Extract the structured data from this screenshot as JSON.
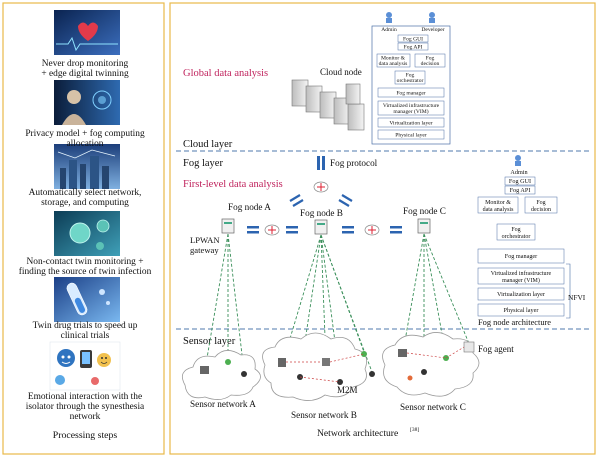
{
  "left_panel": {
    "steps": [
      {
        "label_lines": [
          "Never drop monitoring",
          "+ edge digital twinning"
        ],
        "image": "heart-monitor-image"
      },
      {
        "label_lines": [
          "Privacy model + fog computing",
          "allocation"
        ],
        "image": "person-hologram-image"
      },
      {
        "label_lines": [
          "Automatically select network,",
          "storage, and computing"
        ],
        "image": "city-network-image"
      },
      {
        "label_lines": [
          "Non-contact twin monitoring +",
          "finding the source of twin infection"
        ],
        "image": "virus-image"
      },
      {
        "label_lines": [
          "Twin drug trials to speed up",
          "clinical trials"
        ],
        "image": "test-tube-image"
      },
      {
        "label_lines": [
          "Emotional interaction with the",
          "isolator through the synesthesia",
          "network"
        ],
        "image": "emotion-avatar-image"
      }
    ],
    "caption": "Processing steps"
  },
  "right_panel": {
    "global_analysis": "Global data analysis",
    "cloud_node": "Cloud node",
    "cloud_layer": "Cloud layer",
    "fog_layer": "Fog layer",
    "fog_protocol": "Fog protocol",
    "first_level_analysis": "First-level data analysis",
    "fog_nodes": [
      "Fog node A",
      "Fog node B",
      "Fog node C"
    ],
    "lpwan_gateway": [
      "LPWAN",
      "gateway"
    ],
    "sensor_layer": "Sensor layer",
    "sensor_networks": [
      "Sensor network A",
      "Sensor network B",
      "Sensor network C"
    ],
    "m2m": "M2M",
    "fog_agent": "Fog agent",
    "nfvi": "NFVI",
    "fog_node_architecture": "Fog node architecture",
    "caption": "Network architecture",
    "caption_ref": "[38]",
    "cloud_arch": {
      "admin": "Admin",
      "developer": "Developer",
      "fog_gui": "Fog GUI",
      "fog_api": "Fog API",
      "monitor": [
        "Monitor &",
        "data analysis"
      ],
      "decision": [
        "Fog",
        "decision"
      ],
      "orchestrator": [
        "Fog",
        "orchestrator"
      ],
      "manager": "Fog manager",
      "vim": [
        "Virtualized infrastructure",
        "manager (VIM)"
      ],
      "virtualization": "Virtualization layer",
      "physical": "Physical layer"
    },
    "fog_arch": {
      "admin": "Admin",
      "fog_gui": "Fog GUI",
      "fog_api": "Fog API",
      "monitor": [
        "Monitor &",
        "data analysis"
      ],
      "decision": [
        "Fog",
        "decision"
      ],
      "orchestrator": [
        "Fog",
        "orchestrator"
      ],
      "manager": "Fog manager",
      "vim": [
        "Virtualized infrastructure",
        "manager (VIM)"
      ],
      "virtualization": "Virtualization layer",
      "physical": "Physical layer"
    }
  },
  "colors": {
    "panel_border": "#e8b94a",
    "accent_pink": "#c0245e",
    "link_green": "#3a8f5a",
    "dashed_sep": "#8aa6c8",
    "box_border": "#4a6fa5"
  }
}
